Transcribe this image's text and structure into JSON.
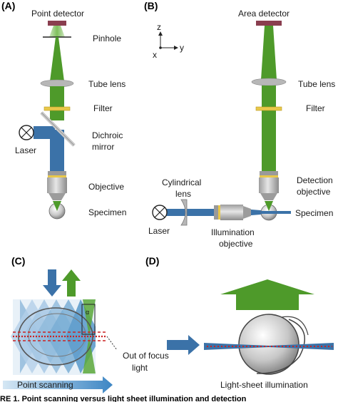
{
  "panels": {
    "a": {
      "letter": "(A)",
      "labels": {
        "point_detector": "Point detector",
        "pinhole": "Pinhole",
        "tube_lens": "Tube lens",
        "filter": "Filter",
        "dichroic_1": "Dichroic",
        "dichroic_2": "mirror",
        "laser": "Laser",
        "objective": "Objective",
        "specimen": "Specimen"
      }
    },
    "b": {
      "letter": "(B)",
      "axes": {
        "z": "z",
        "y": "y",
        "x": "x"
      },
      "labels": {
        "area_detector": "Area detector",
        "tube_lens": "Tube lens",
        "filter": "Filter",
        "cylindrical_1": "Cylindrical",
        "cylindrical_2": "lens",
        "detection_1": "Detection",
        "detection_2": "objective",
        "laser": "Laser",
        "illumination_1": "Illumination",
        "illumination_2": "objective",
        "specimen": "Specimen"
      }
    },
    "c": {
      "letter": "(C)",
      "labels": {
        "out_focus_1": "Out of focus",
        "out_focus_2": "light",
        "point_scanning": "Point scanning"
      }
    },
    "d": {
      "letter": "(D)",
      "labels": {
        "light_sheet": "Light-sheet illumination"
      }
    }
  },
  "caption": "RE 1. Point scanning versus light sheet illumination and detection",
  "colors": {
    "green": "#4e9a2a",
    "blue": "#3b72a8",
    "lens": "#b7b7b7",
    "filter": "#e9c84a",
    "detector": "#8a3e4f",
    "red_dots": "#cc2222"
  }
}
